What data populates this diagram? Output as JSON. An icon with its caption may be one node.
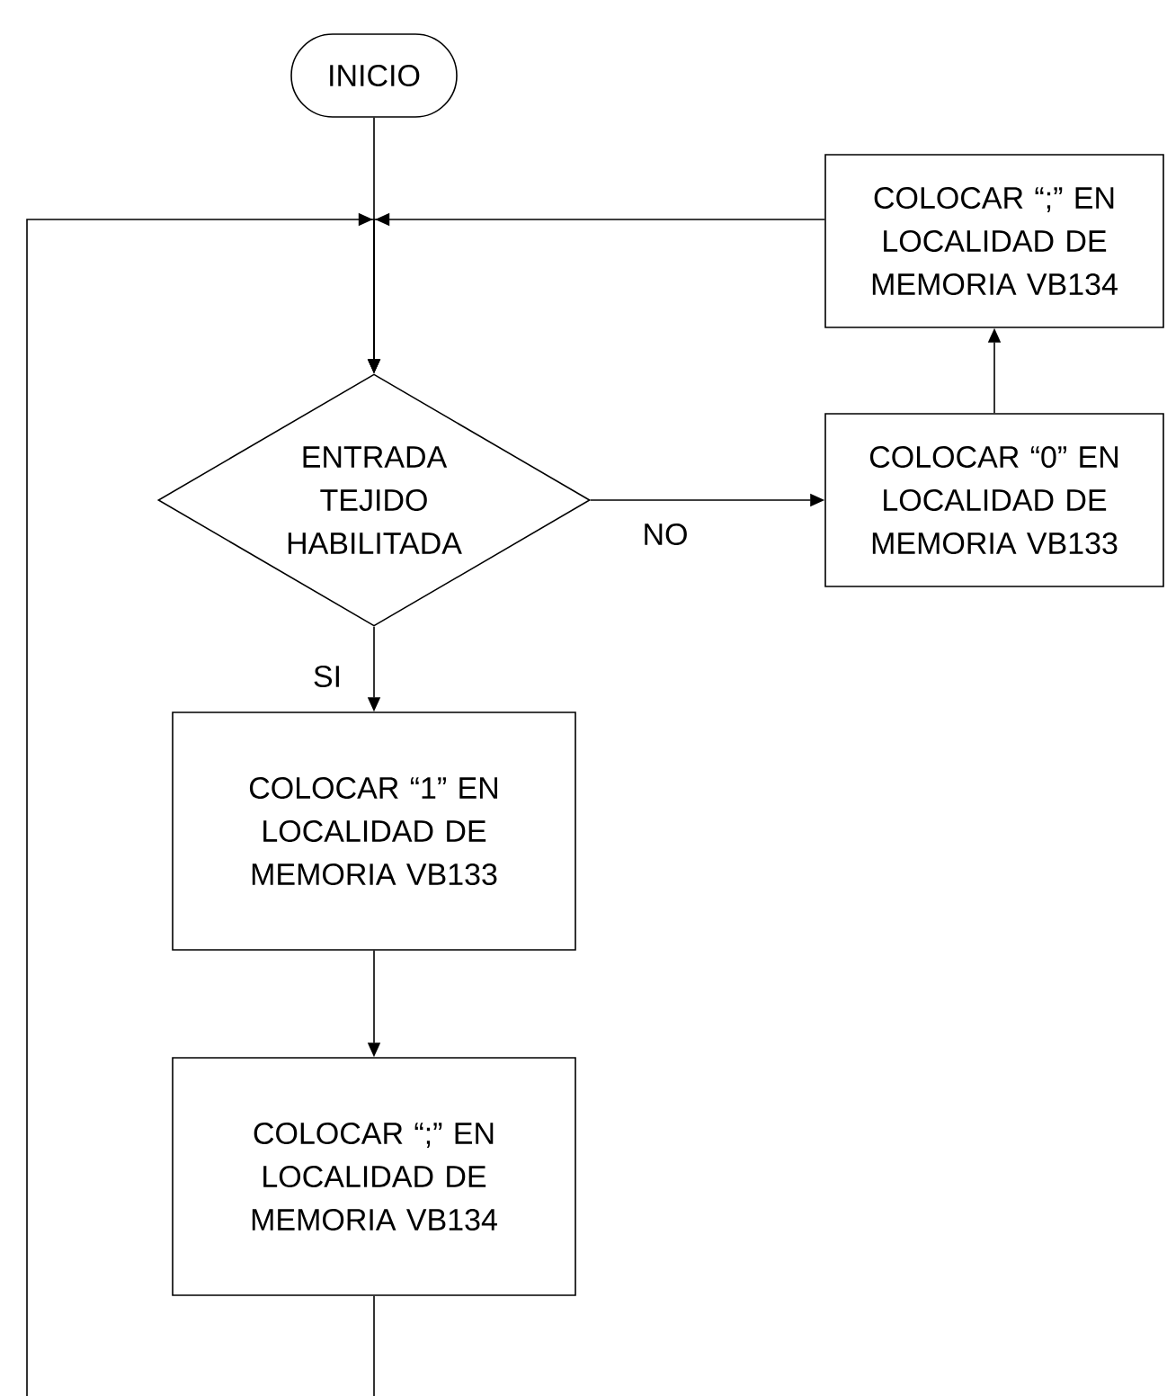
{
  "diagram": {
    "nodes": [
      {
        "text": [
          "INICIO"
        ]
      },
      {
        "text": [
          "ENTRADA TEJIDO HABILITADA"
        ]
      },
      {
        "text": [
          "COLOCAR “;” EN LOCALIDAD DE MEMORIA VB134"
        ]
      },
      {
        "text": [
          "COLOCAR “0” EN LOCALIDAD DE MEMORIA VB133"
        ]
      },
      {
        "text": [
          "COLOCAR “1” EN LOCALIDAD DE MEMORIA VB133"
        ]
      },
      {
        "text": [
          "COLOCAR “;” EN LOCALIDAD DE MEMORIA VB134"
        ]
      }
    ],
    "edges": [
      {
        "from": 0,
        "to": 1,
        "arrow": "to"
      },
      {
        "from": 1,
        "to": 3,
        "arrow": "to",
        "label": "NO"
      },
      {
        "from": 3,
        "to": 2,
        "arrow": "to"
      },
      {
        "from": 2,
        "to": 1,
        "arrow": "to"
      },
      {
        "from": 1,
        "to": 4,
        "arrow": "to",
        "label": "SI"
      },
      {
        "from": 4,
        "to": 5,
        "arrow": "to"
      },
      {
        "from": 5,
        "to": 1,
        "arrow": "to"
      }
    ]
  }
}
